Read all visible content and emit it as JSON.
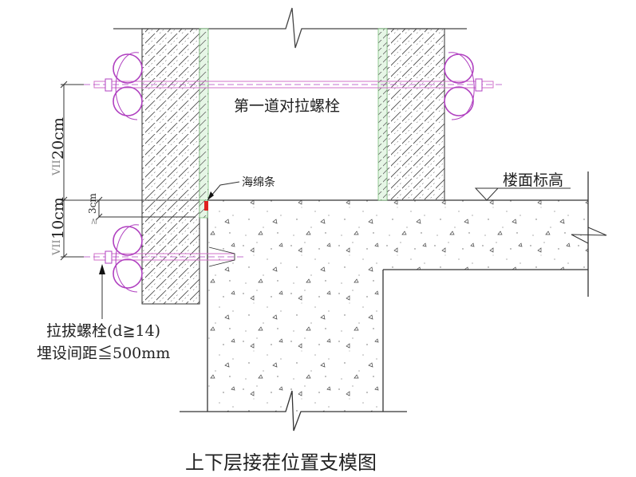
{
  "diagram": {
    "title": "上下层接茬位置支模图",
    "labels": {
      "first_tie_bolt": "第一道对拉螺栓",
      "sponge_strip": "海绵条",
      "floor_elevation": "楼面标高",
      "pull_bolt_line1": "拉拔螺栓(d≧14)",
      "pull_bolt_line2": "埋设间距≦500mm"
    },
    "dimensions": {
      "upper": "20cm",
      "upper_mark": "VII",
      "lower": "10cm",
      "lower_mark": "VII",
      "small": "3cm",
      "small_mark": "≥"
    },
    "colors": {
      "line": "#333333",
      "formwork_pipe": "#b040c0",
      "bolt": "#d070c8",
      "sponge": "#e02020",
      "seal_layer": "#8fd08f",
      "hatch": "#444444"
    },
    "icons": [
      "break-line-icon",
      "elevation-triangle-icon",
      "leader-arrow-icon",
      "concrete-stipple"
    ]
  }
}
